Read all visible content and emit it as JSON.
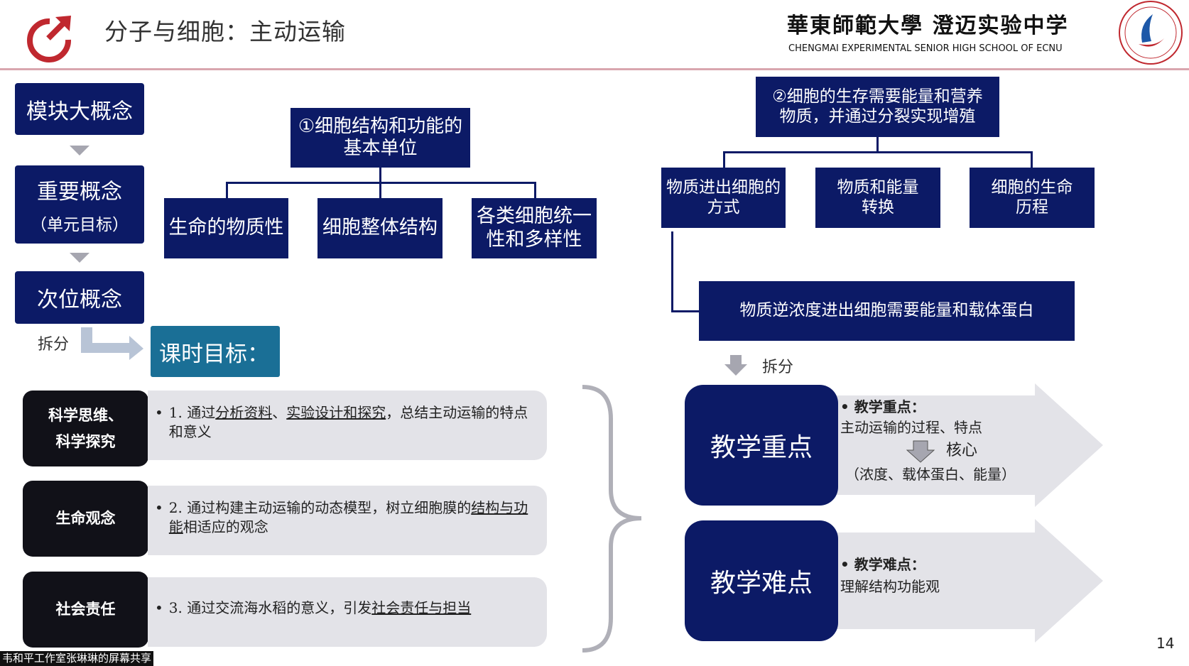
{
  "header": {
    "title": "分子与细胞：主动运输",
    "school_cn": "華東師範大學 澄迈实验中学",
    "school_en": "CHENGMAI EXPERIMENTAL SENIOR HIGH SCHOOL OF ECNU"
  },
  "left": {
    "module": "模块大概念",
    "important": "重要概念",
    "important_sub": "（单元目标）",
    "secondary": "次位概念",
    "split": "拆分",
    "lesson_goal": "课时目标："
  },
  "concept1": {
    "title": "①细胞结构和功能的基本单位",
    "children": [
      "生命的物质性",
      "细胞整体结构",
      "各类细胞统一性和多样性"
    ]
  },
  "concept2": {
    "title": "②细胞的生存需要能量和营养物质，并通过分裂实现增殖",
    "children": [
      "物质进出细胞的方式",
      "物质和能量转换",
      "细胞的生命历程"
    ],
    "sub": "物质逆浓度进出细胞需要能量和载体蛋白",
    "split": "拆分"
  },
  "goals": [
    {
      "label": "科学思维、科学探究",
      "segments": [
        {
          "t": "1. 通过"
        },
        {
          "t": "分析资料",
          "u": true
        },
        {
          "t": "、"
        },
        {
          "t": "实验设计和探究",
          "u": true
        },
        {
          "t": "，总结主动运输的特点和意义"
        }
      ]
    },
    {
      "label": "生命观念",
      "segments": [
        {
          "t": "2. 通过构建主动运输的动态模型，树立细胞膜的"
        },
        {
          "t": "结构与功能",
          "u": true
        },
        {
          "t": "相适应的观念"
        }
      ]
    },
    {
      "label": "社会责任",
      "segments": [
        {
          "t": "3. 通过交流海水稻的意义，引发"
        },
        {
          "t": "社会责任与担当",
          "u": true
        }
      ]
    }
  ],
  "key": {
    "label": "教学重点",
    "heading": "教学重点：",
    "line1": "主动运输的过程、特点",
    "core": "核心",
    "line2": "（浓度、载体蛋白、能量）"
  },
  "difficult": {
    "label": "教学难点",
    "heading": "教学难点：",
    "line1": "理解结构功能观"
  },
  "page_number": "14",
  "share_caption": "韦和平工作室张琳琳的屏幕共享",
  "colors": {
    "navy": "#0c1a66",
    "teal": "#1a6f96",
    "accent": "#c0282f"
  }
}
